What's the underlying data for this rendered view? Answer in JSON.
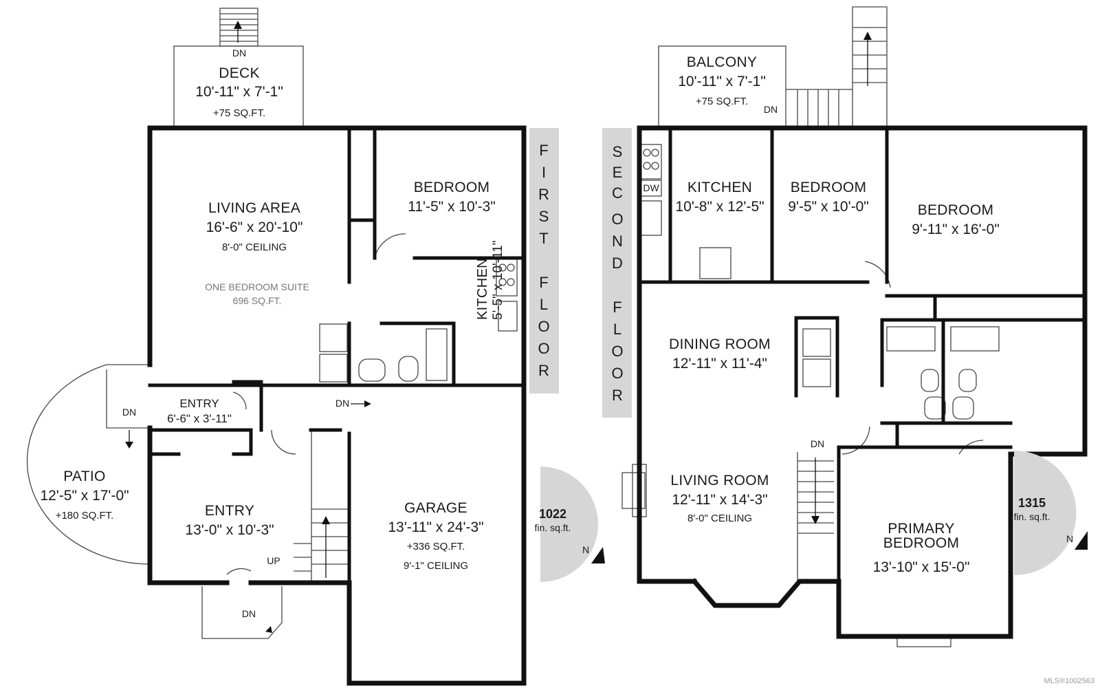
{
  "first_floor": {
    "label": "FIRST FLOOR",
    "area": "1022",
    "area_unit": "fin. sq.ft.",
    "north": "N",
    "rooms": {
      "deck": {
        "name": "DECK",
        "dims": "10'-11\" x 7'-1\"",
        "sqft": "+75 SQ.FT."
      },
      "living": {
        "name": "LIVING AREA",
        "dims": "16'-6\" x 20'-10\"",
        "ceiling": "8'-0\" CEILING"
      },
      "suite": {
        "name": "ONE BEDROOM SUITE",
        "sqft": "696 SQ.FT."
      },
      "bedroom": {
        "name": "BEDROOM",
        "dims": "11'-5\" x 10'-3\""
      },
      "kitchen": {
        "name": "KITCHEN",
        "dims": "5'-5\" x 10'-11\""
      },
      "entry_small": {
        "name": "ENTRY",
        "dims": "6'-6\" x 3'-11\""
      },
      "patio": {
        "name": "PATIO",
        "dims": "12'-5\" x 17'-0\"",
        "sqft": "+180 SQ.FT."
      },
      "entry": {
        "name": "ENTRY",
        "dims": "13'-0\" x 10'-3\""
      },
      "garage": {
        "name": "GARAGE",
        "dims": "13'-11\" x 24'-3\"",
        "sqft": "+336 SQ.FT.",
        "ceiling": "9'-1\" CEILING"
      }
    },
    "stairs": {
      "dn": "DN",
      "up": "UP"
    }
  },
  "second_floor": {
    "label": "SECOND FLOOR",
    "area": "1315",
    "area_unit": "fin. sq.ft.",
    "north": "N",
    "rooms": {
      "balcony": {
        "name": "BALCONY",
        "dims": "10'-11\" x 7'-1\"",
        "sqft": "+75 SQ.FT."
      },
      "kitchen": {
        "name": "KITCHEN",
        "dims": "10'-8\" x 12'-5\"",
        "appliance": "DW"
      },
      "bedroom_a": {
        "name": "BEDROOM",
        "dims": "9'-5\" x 10'-0\""
      },
      "bedroom_b": {
        "name": "BEDROOM",
        "dims": "9'-11\" x 16'-0\""
      },
      "dining": {
        "name": "DINING ROOM",
        "dims": "12'-11\" x 11'-4\""
      },
      "living": {
        "name": "LIVING ROOM",
        "dims": "12'-11\" x 14'-3\"",
        "ceiling": "8'-0\" CEILING"
      },
      "primary": {
        "name": "PRIMARY BEDROOM",
        "dims": "13'-10\" x 15'-0\""
      }
    },
    "stairs": {
      "dn": "DN"
    }
  },
  "watermark": "MLS®1002563",
  "colors": {
    "wall": "#111111",
    "band": "#d6d6d6",
    "badge": "#d6d6d6"
  }
}
